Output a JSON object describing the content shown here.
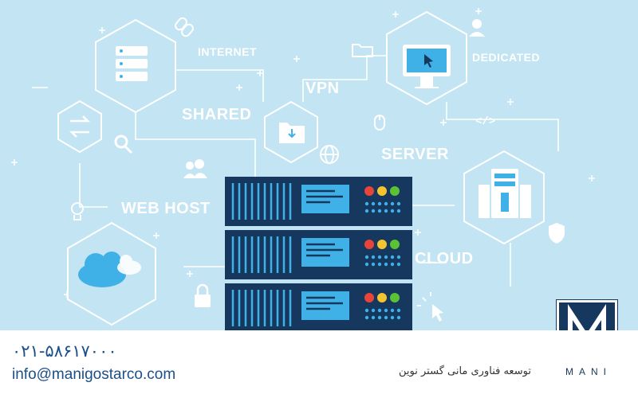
{
  "labels": {
    "internet": "INTERNET",
    "vpn": "VPN",
    "dedicated": "DEDICATED",
    "shared": "SHARED",
    "server": "SERVER",
    "web_host": "WEB HOST",
    "cloud": "CLOUD"
  },
  "contact": {
    "phone": "۰۲۱-۵۸۶۱۷۰۰۰",
    "email": "info@manigostarco.com"
  },
  "company_name": "توسعه فناوری مانی گستر نوین",
  "brand": "MANI",
  "colors": {
    "background": "#c3e4f2",
    "line": "#ffffff",
    "server_dark": "#16375e",
    "screen_blue": "#3fb1e6",
    "led_red": "#e8443a",
    "led_yellow": "#f4c430",
    "led_green": "#5bc236",
    "text_blue": "#1b4f8a"
  },
  "icons": [
    "chain-link-icon",
    "server-rack-icon",
    "refresh-arrows-icon",
    "magnifier-icon",
    "users-icon",
    "lightbulb-icon",
    "cloud-icon",
    "lock-icon",
    "folder-download-icon",
    "globe-icon",
    "monitor-cursor-icon",
    "support-agent-icon",
    "mouse-icon",
    "code-icon",
    "tower-server-icon",
    "shield-icon",
    "cursor-click-icon",
    "folder-icon"
  ]
}
